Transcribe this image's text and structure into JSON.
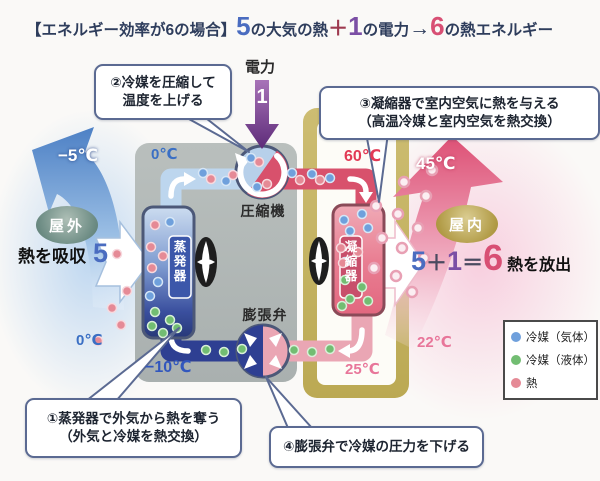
{
  "title": {
    "prefix": "【エネルギー効率が6の場合】",
    "num_air": "5",
    "text_air": "の大気の熱",
    "plus": "＋",
    "num_power": "1",
    "text_power": "の電力",
    "arrow": "→",
    "num_heat": "6",
    "text_heat": "の熱エネルギー"
  },
  "callouts": {
    "c2": {
      "line1": "②冷媒を圧縮して",
      "line2": "温度を上げる"
    },
    "c3": {
      "line1": "③凝縮器で室内空気に熱を与える",
      "line2": "（高温冷媒と室内空気を熱交換）"
    },
    "c1": {
      "line1": "①蒸発器で外気から熱を奪う",
      "line2": "（外気と冷媒を熱交換）"
    },
    "c4": {
      "line1": "④膨張弁で冷媒の圧力を下げる"
    }
  },
  "labels": {
    "power": "電力",
    "power_value": "1",
    "compressor": "圧縮機",
    "evaporator": "蒸発器",
    "condenser": "凝縮器",
    "expansion_valve": "膨張弁",
    "outdoor": "屋外",
    "indoor": "屋内",
    "absorb_text": "熱を吸収",
    "absorb_value": "5",
    "eq_5": "5",
    "eq_plus": "＋",
    "eq_1": "1",
    "eq_equals": "＝",
    "eq_6": "6",
    "release_text": "熱を放出"
  },
  "temperatures": {
    "outdoor_exhaust": "−5℃",
    "evap_pipe_top": "0℃",
    "outdoor_air": "0℃",
    "evap_low": "−10℃",
    "compressor_out": "60℃",
    "indoor_supply": "45℃",
    "condenser_out": "25℃",
    "indoor_room": "22℃"
  },
  "legend": {
    "items": [
      {
        "label": "冷媒（気体）",
        "color": "#6fa0dc"
      },
      {
        "label": "冷媒（液体）",
        "color": "#72bd72"
      },
      {
        "label": "熱",
        "color": "#e58a96"
      }
    ]
  },
  "colors": {
    "outdoor_arrow_blue": "#4f82c6",
    "indoor_arrow_pink": "#dd4f74",
    "power_arrow_purple": "#5c2a78",
    "hot_pipe_red": "#d8516c",
    "cold_pipe_navy": "#2e3f92",
    "warm_pipe_pink": "#eaa6b4",
    "gas_pipe_lightblue": "#bdd6ee",
    "unit_gray": "#afb5b4",
    "wall_tan": "#c3b266"
  }
}
